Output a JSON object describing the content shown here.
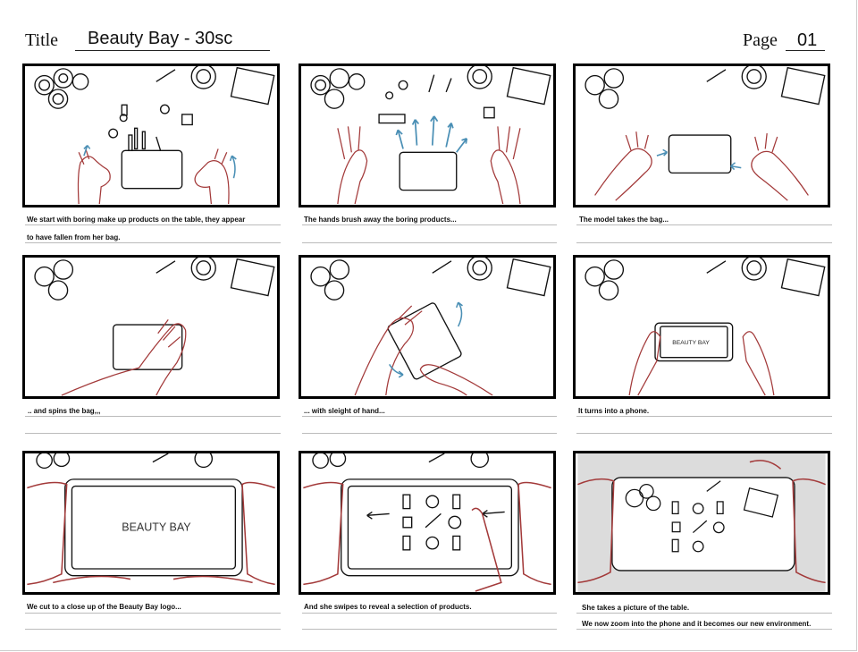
{
  "header": {
    "title_label": "Title",
    "title": "Beauty Bay - 30sc",
    "page_label": "Page",
    "page": "01"
  },
  "panels": [
    {
      "caption": "We start with boring make up products on the table, they appear",
      "caption2": "to have fallen from her bag."
    },
    {
      "caption": "The hands brush away the boring products..."
    },
    {
      "caption": "The model takes the bag..."
    },
    {
      "caption": ".. and spins the bag,,,"
    },
    {
      "caption": "... with sleight of hand..."
    },
    {
      "caption": "It turns into a phone.",
      "screen_text": "BEAUTY BAY"
    },
    {
      "caption": "We cut to a close up of the Beauty Bay logo...",
      "screen_text": "BEAUTY BAY"
    },
    {
      "caption": "And she swipes to reveal a selection of products."
    },
    {
      "caption": "She takes a picture of the table.",
      "caption2": "We now zoom into the phone and it becomes our new environment."
    }
  ],
  "sketch": {
    "book_text": "BEAUTY BAY",
    "colors": {
      "hands": "#a33a3a",
      "arrows": "#4a8fb5",
      "ink": "#111111",
      "shade": "#dcdcdc"
    }
  }
}
